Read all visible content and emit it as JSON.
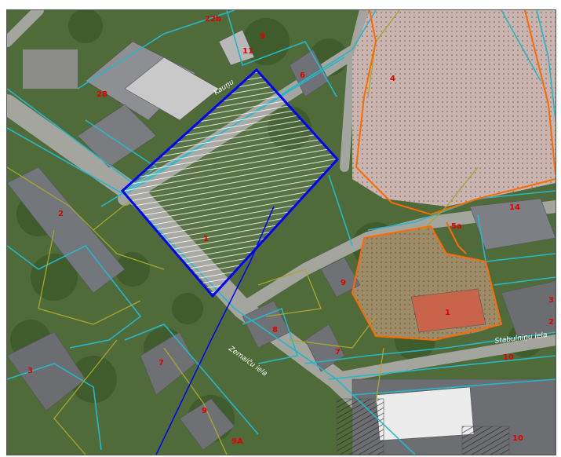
{
  "map": {
    "colors": {
      "parcel_cyan": "#27b6c8",
      "parcel_olive": "#a9a52c",
      "parcel_orange": "#ff6a00",
      "selection_blue": "#0000ff",
      "label_red": "#e00000"
    },
    "parcel_labels": {
      "p22b": "22b",
      "p9_top": "9",
      "p11": "11",
      "p6_top": "6",
      "p4": "4",
      "p28": "28",
      "p2_left": "2",
      "p1_center": "1",
      "p14": "14",
      "p5a": "5a",
      "p9_mid": "9",
      "p1_bottom_right": "1",
      "p3": "3",
      "p2_right": "2",
      "p8": "8",
      "p7": "7",
      "p3_left": "3",
      "p7_left": "7",
      "p9_bottom": "9",
      "p9a": "9A",
      "p10": "10",
      "p10_bottom": "10"
    },
    "street_labels": {
      "top": "Kauņu",
      "right": "Stabuļniņu iela",
      "bottom": "Zemaiču iela"
    }
  }
}
